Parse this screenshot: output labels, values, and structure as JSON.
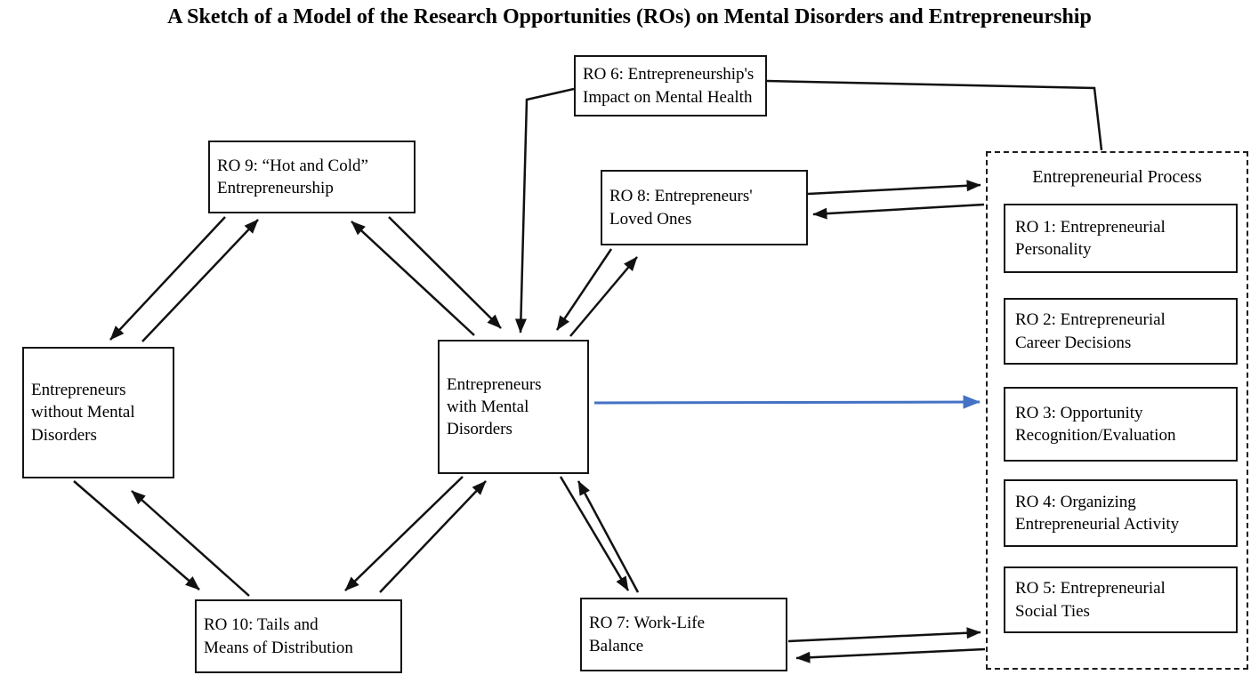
{
  "title": "A Sketch of a Model of the Research Opportunities (ROs) on Mental Disorders and Entrepreneurship",
  "nodes": {
    "ro6": {
      "label": "RO 6: Entrepreneurship's\nImpact on Mental Health"
    },
    "ro9": {
      "label": "RO 9: “Hot and Cold”\nEntrepreneurship"
    },
    "ro8": {
      "label": "RO 8: Entrepreneurs'\nLoved Ones"
    },
    "without": {
      "label": "Entrepreneurs\nwithout Mental\nDisorders"
    },
    "with": {
      "label": "Entrepreneurs\nwith Mental\nDisorders"
    },
    "ro10": {
      "label": "RO 10: Tails and\nMeans of Distribution"
    },
    "ro7": {
      "label": "RO 7: Work-Life\nBalance"
    }
  },
  "process": {
    "title": "Entrepreneurial Process",
    "items": [
      {
        "label": "RO 1: Entrepreneurial\nPersonality"
      },
      {
        "label": "RO 2: Entrepreneurial\nCareer Decisions"
      },
      {
        "label": "RO 3: Opportunity\nRecognition/Evaluation"
      },
      {
        "label": "RO 4: Organizing\nEntrepreneurial Activity"
      },
      {
        "label": "RO 5: Entrepreneurial\nSocial Ties"
      }
    ]
  },
  "edges": [
    {
      "from": "ro6",
      "to": "with",
      "type": "arrow"
    },
    {
      "from": "ro6",
      "to": "process",
      "type": "line"
    },
    {
      "from": "without",
      "to": "ro9",
      "type": "bidirectional"
    },
    {
      "from": "ro9",
      "to": "with",
      "type": "bidirectional"
    },
    {
      "from": "with",
      "to": "ro8",
      "type": "bidirectional"
    },
    {
      "from": "without",
      "to": "ro10",
      "type": "bidirectional"
    },
    {
      "from": "with",
      "to": "ro10",
      "type": "bidirectional"
    },
    {
      "from": "with",
      "to": "ro7",
      "type": "bidirectional"
    },
    {
      "from": "with",
      "to": "ro3",
      "type": "arrow",
      "color": "#4472C4"
    },
    {
      "from": "ro8",
      "to": "process",
      "type": "bidirectional"
    },
    {
      "from": "ro7",
      "to": "process",
      "type": "bidirectional"
    }
  ],
  "colors": {
    "arrow": "#111111",
    "highlight_arrow": "#4472C4",
    "box_border": "#141414",
    "background": "#ffffff"
  }
}
